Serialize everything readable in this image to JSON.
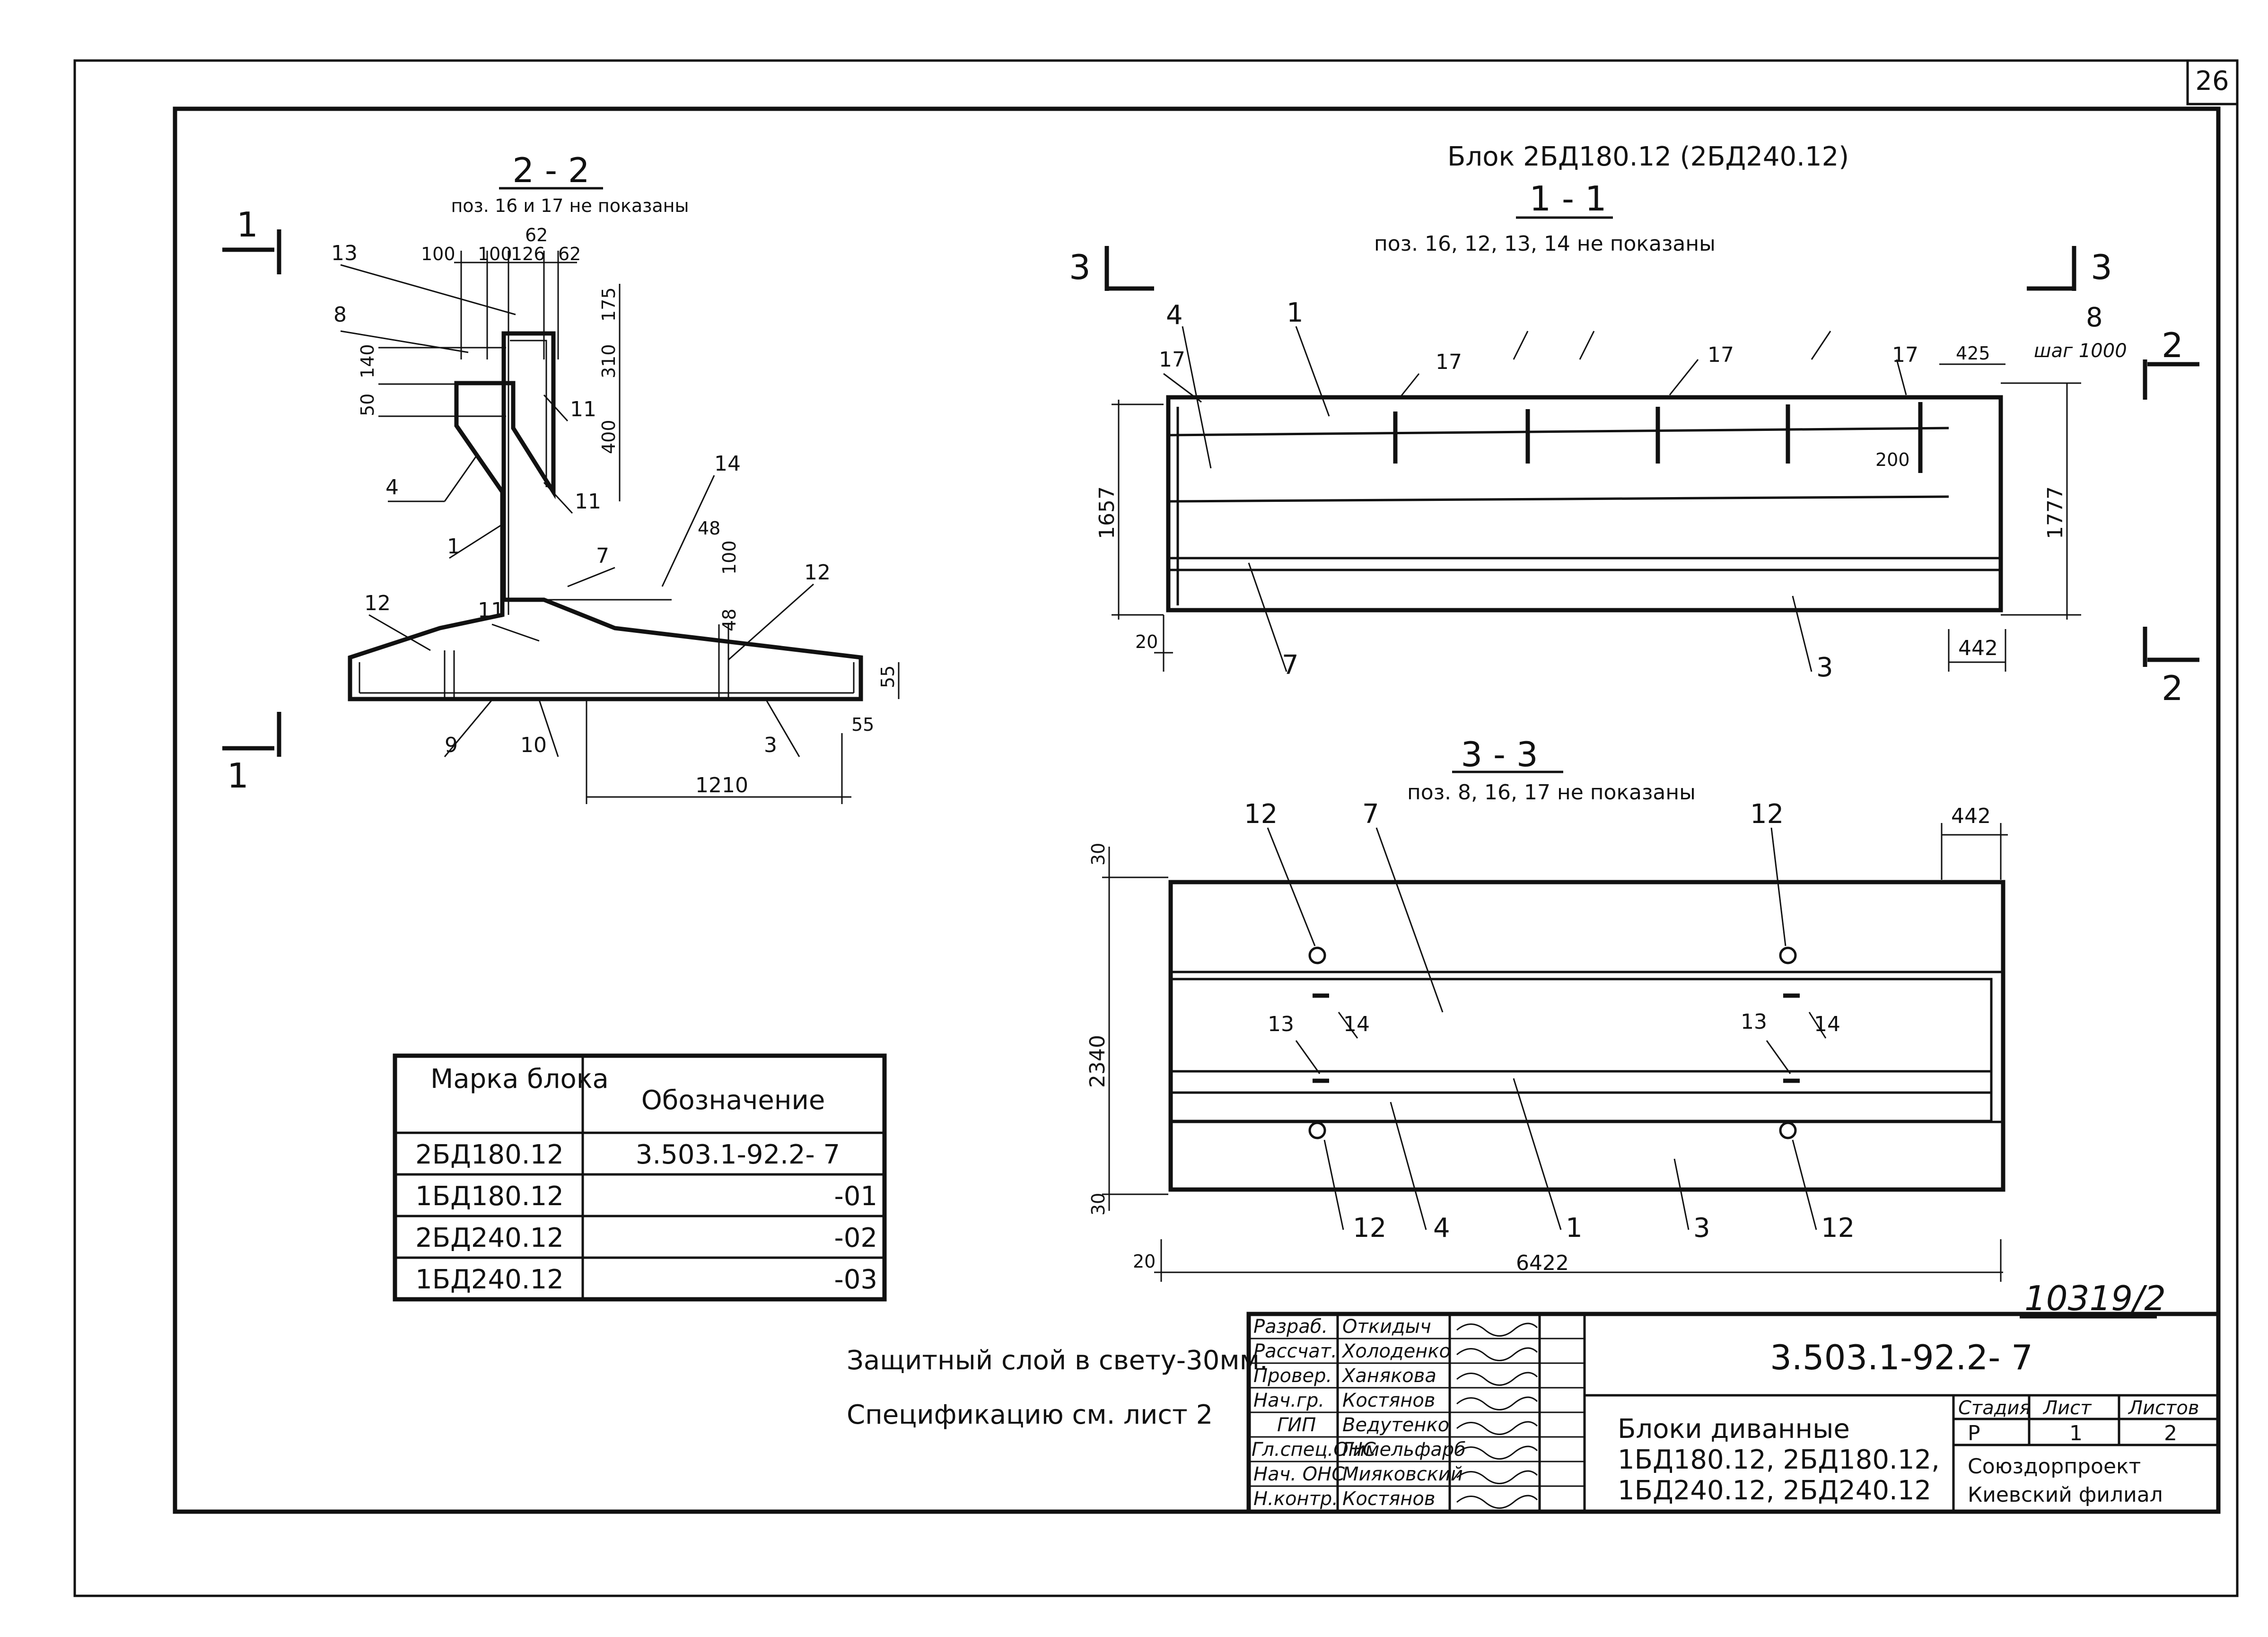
{
  "sheet_number": "26",
  "block_title": "Блок 2БД180.12 (2БД240.12)",
  "section_11": {
    "label": "1 - 1",
    "note": "поз. 16, 12, 13, 14      не показаны"
  },
  "section_22": {
    "label": "2 - 2",
    "note": "поз. 16  и  17  не показаны"
  },
  "section_33": {
    "label": "3 - 3",
    "note": "поз. 8, 16, 17      не показаны"
  },
  "cut_markers": {
    "one": "1",
    "two": "2",
    "three": "3"
  },
  "dims_22": [
    "62",
    "100",
    "100",
    "126",
    "62",
    "175",
    "310",
    "400",
    "140",
    "50",
    "48",
    "100",
    "48",
    "55",
    "55",
    "1210"
  ],
  "pos_22": [
    "13",
    "8",
    "11",
    "4",
    "11",
    "1",
    "7",
    "14",
    "12",
    "12",
    "11",
    "9",
    "10",
    "3"
  ],
  "dims_11": [
    "425",
    "шаг 1000",
    "200",
    "1657",
    "1777",
    "20",
    "442"
  ],
  "pos_11": [
    "4",
    "1",
    "17",
    "17",
    "17",
    "17",
    "8",
    "7",
    "3"
  ],
  "dims_33": [
    "442",
    "30",
    "2340",
    "30",
    "20",
    "6422"
  ],
  "pos_33": [
    "12",
    "7",
    "12",
    "13",
    "14",
    "13",
    "14",
    "12",
    "4",
    "1",
    "3",
    "12"
  ],
  "marks_table": {
    "headers": [
      "Марка блока",
      "Обозначение"
    ],
    "rows": [
      [
        "2БД180.12",
        "3.503.1-92.2- 7"
      ],
      [
        "1БД180.12",
        "-01"
      ],
      [
        "2БД240.12",
        "-02"
      ],
      [
        "1БД240.12",
        "-03"
      ]
    ]
  },
  "notes": [
    "Защитный слой в свету-30мм.",
    "Спецификацию см. лист 2"
  ],
  "inventory_number": "10319/2",
  "title_block": {
    "people": [
      [
        "Разраб.",
        "Откидыч"
      ],
      [
        "Рассчат.",
        "Холоденко"
      ],
      [
        "Провер.",
        "Ханякова"
      ],
      [
        "Нач.гр.",
        "Костянов"
      ],
      [
        "ГИП",
        "Ведутенко"
      ],
      [
        "Гл.спец.ОНС",
        "Гимельфарб"
      ],
      [
        "Нач. ОНС",
        "Мияковский"
      ],
      [
        "Н.контр.",
        "Костянов"
      ]
    ],
    "document_code": "3.503.1-92.2- 7",
    "name_lines": [
      "Блоки диванные",
      "1БД180.12,   2БД180.12,",
      "1БД240.12,   2БД240.12"
    ],
    "stage_headers": [
      "Стадия",
      "Лист",
      "Листов"
    ],
    "stage_values": [
      "Р",
      "1",
      "2"
    ],
    "organization": [
      "Союздорпроект",
      "Киевский филиал"
    ]
  }
}
